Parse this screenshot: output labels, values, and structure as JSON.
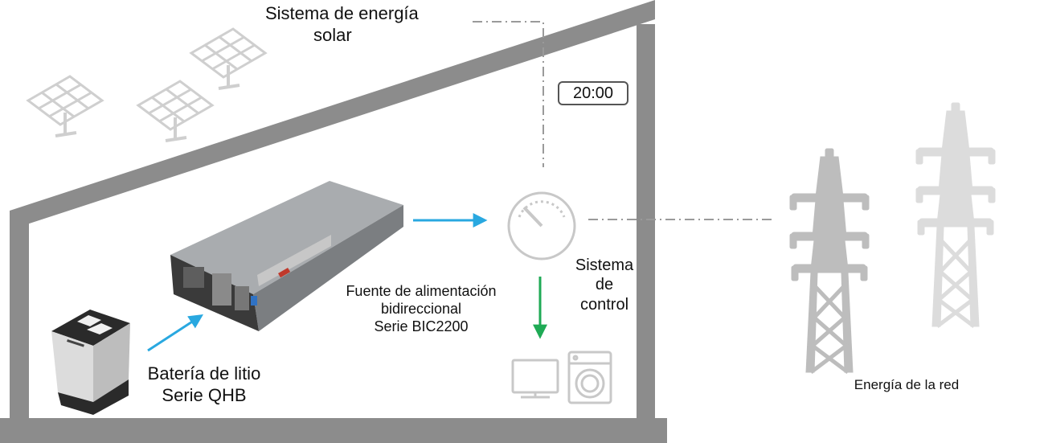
{
  "labels": {
    "solar_line1": "Sistema de energía",
    "solar_line2": "solar",
    "clock": "20:00",
    "control_line1": "Sistema",
    "control_line2": "de",
    "control_line3": "control",
    "psu_line1": "Fuente de alimentación",
    "psu_line2": "bidireccional",
    "psu_line3": "Serie BIC2200",
    "battery_line1": "Batería de litio",
    "battery_line2": "Serie QHB",
    "grid": "Energía de la red"
  },
  "colors": {
    "house_outline": "#8c8c8c",
    "panel_grid": "#cfcfcf",
    "pylon_front": "#bdbdbd",
    "pylon_back": "#dcdcdc",
    "flow_arrow": "#29a8e0",
    "load_arrow": "#1faa55",
    "dash_line": "#9a9a9a"
  },
  "icons": [
    "solar-panel-icon",
    "power-supply-unit",
    "gauge-icon",
    "television-icon",
    "washing-machine-icon",
    "power-pylon-icon",
    "lithium-battery-icon"
  ]
}
